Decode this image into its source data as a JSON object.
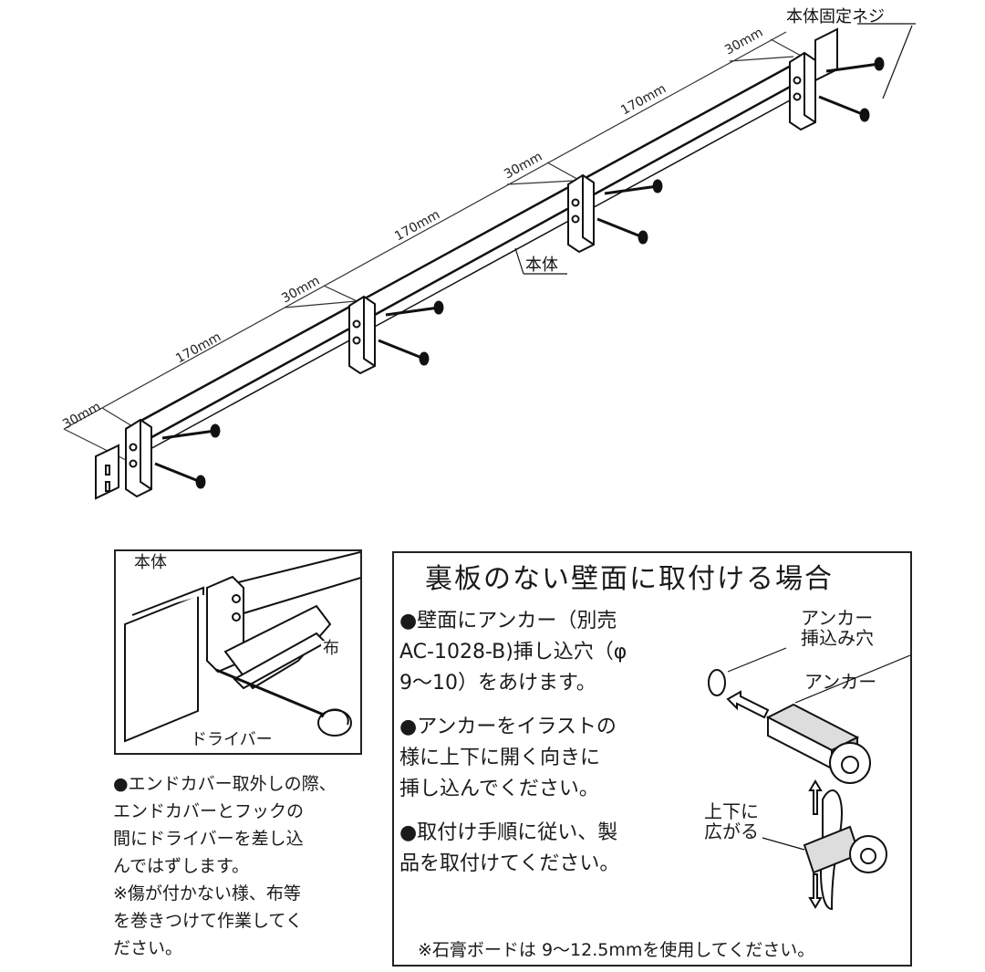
{
  "main": {
    "screw_label": "本体固定ネジ",
    "body_label": "本体",
    "dims": [
      "30mm",
      "170mm",
      "30mm",
      "170mm",
      "30mm",
      "170mm",
      "30mm"
    ]
  },
  "detail": {
    "body_label": "本体",
    "cloth_label": "布",
    "driver_label": "ドライバー"
  },
  "endcover_note": [
    "●エンドカバー取外しの際、",
    "エンドカバーとフックの",
    "間にドライバーを差し込",
    "んではずします。",
    "※傷が付かない様、布等",
    "を巻きつけて作業してく",
    "ださい。"
  ],
  "anchor": {
    "title": "裏板のない壁面に取付ける場合",
    "step1": [
      "●壁面にアンカー（別売",
      "AC-1028-B)挿し込穴（φ",
      "9〜10）をあけます。"
    ],
    "step2": [
      "●アンカーをイラストの",
      "様に上下に開く向きに",
      "挿し込んでください。"
    ],
    "step3": [
      "●取付け手順に従い、製",
      "品を取付けてください。"
    ],
    "hole_label": [
      "アンカー",
      "挿込み穴"
    ],
    "anchor_label": "アンカー",
    "spread_label": [
      "上下に",
      "広がる"
    ],
    "gypsum_note": "※石膏ボードは 9〜12.5mmを使用してください。"
  }
}
